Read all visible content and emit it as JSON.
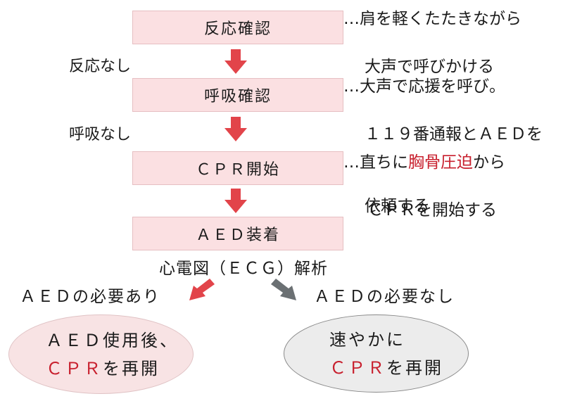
{
  "steps": [
    {
      "label": "反応確認",
      "note_prefix": "…",
      "note_lines": [
        "肩を軽くたたきながら",
        "大声で呼びかける"
      ]
    },
    {
      "label": "呼吸確認",
      "note_prefix": "…",
      "note_lines": [
        "大声で応援を呼び。",
        "１１９番通報とＡＥＤを",
        "依頼する"
      ]
    },
    {
      "label": "ＣＰＲ開始",
      "note_prefix": "…",
      "note_parts": {
        "before": "直ちに",
        "highlight": "胸骨圧迫",
        "after": "から"
      },
      "note_line2": "ＣＰＲを開始する"
    },
    {
      "label": "ＡＥＤ装着"
    }
  ],
  "conditions": {
    "no_response": "反応なし",
    "no_breathing": "呼吸なし"
  },
  "analysis_label": "心電図（ＥＣＧ）解析",
  "branches": {
    "left": {
      "label": "ＡＥＤの必要あり",
      "line1": "ＡＥＤ使用後、",
      "line2_highlight": "ＣＰＲ",
      "line2_rest": "を再開"
    },
    "right": {
      "label": "ＡＥＤの必要なし",
      "line1": "速やかに",
      "line2_highlight": "ＣＰＲ",
      "line2_rest": "を再開"
    }
  },
  "colors": {
    "box_fill": "#fbe0e2",
    "arrow_red": "#e2444a",
    "arrow_gray": "#6b7073",
    "highlight_text": "#c8202e",
    "left_ellipse_fill": "#f8e3e4",
    "right_ellipse_fill": "#ececec"
  }
}
